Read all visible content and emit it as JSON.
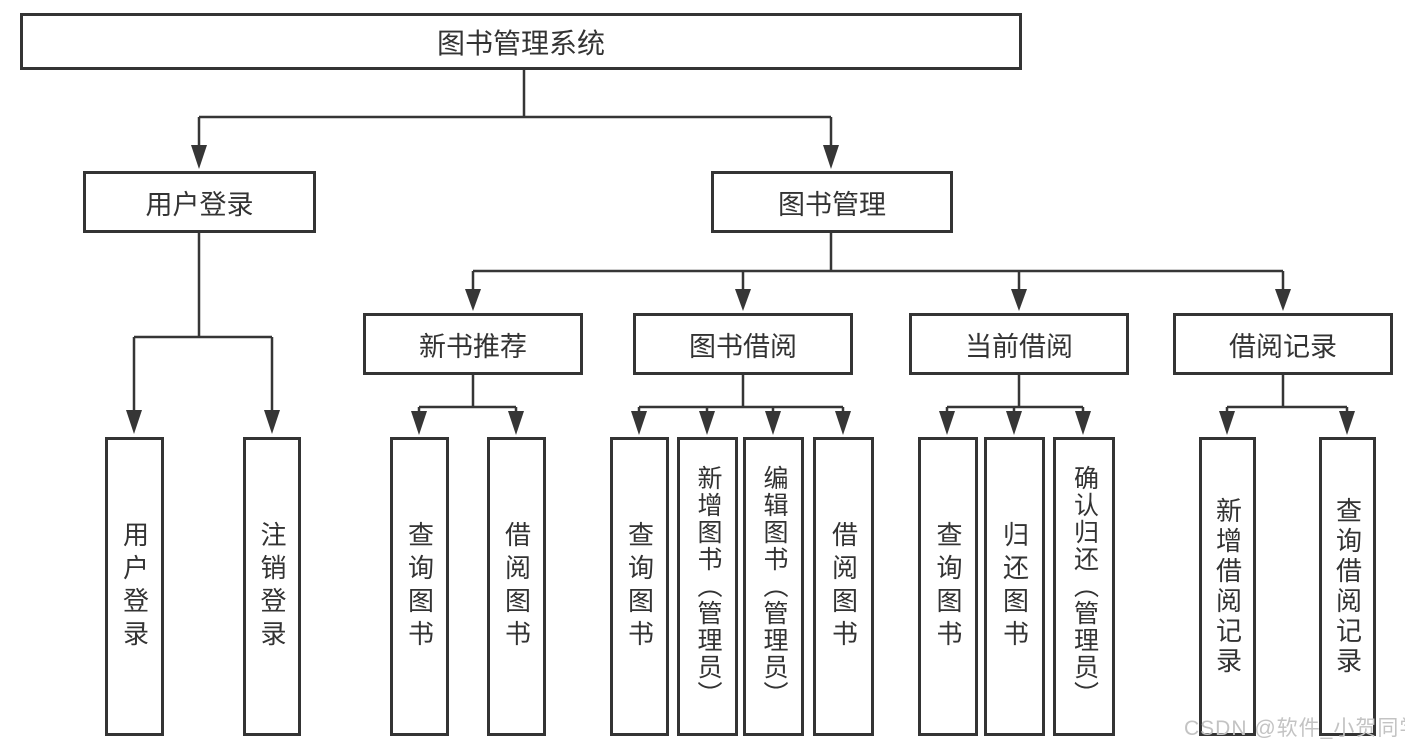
{
  "tree": {
    "root_label": "图书管理系统",
    "level2": [
      {
        "label": "用户登录",
        "leaves": [
          "用户登录",
          "注销登录"
        ]
      },
      {
        "label": "图书管理",
        "groups": [
          {
            "label": "新书推荐",
            "leaves": [
              "查询图书",
              "借阅图书"
            ]
          },
          {
            "label": "图书借阅",
            "leaves": [
              "查询图书",
              "新增图书（管理员）",
              "编辑图书（管理员）",
              "借阅图书"
            ]
          },
          {
            "label": "当前借阅",
            "leaves": [
              "查询图书",
              "归还图书",
              "确认归还（管理员）"
            ]
          },
          {
            "label": "借阅记录",
            "leaves": [
              "新增借阅记录",
              "查询借阅记录"
            ]
          }
        ]
      }
    ]
  },
  "watermark": {
    "text": "CSDN @软件_小贺同学",
    "color": "#c3c3c3"
  },
  "colors": {
    "line": "#363636",
    "border": "#343434",
    "text": "#333333",
    "background": "#ffffff"
  }
}
